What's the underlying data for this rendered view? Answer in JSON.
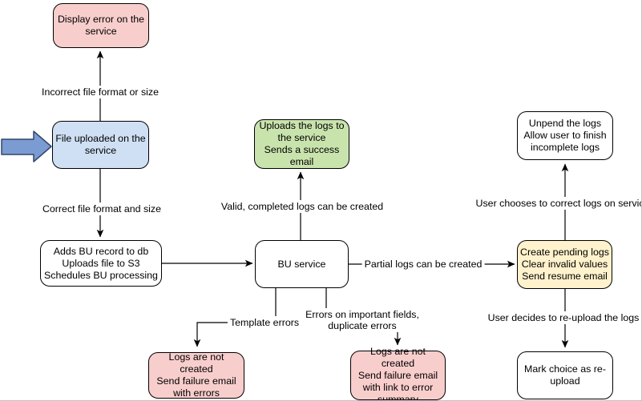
{
  "diagram_title": "File upload and BU processing flowchart",
  "colors": {
    "pink": "#f8cecc",
    "blue": "#cfe0f4",
    "green": "#c9e3ad",
    "yellow": "#fff2cc",
    "white": "#ffffff",
    "arrow_fill": "#7b9bd3",
    "arrow_stroke": "#32466b",
    "line": "#000000"
  },
  "nodes": {
    "display_error": {
      "label": "Display error on the\nservice",
      "fill": "pink"
    },
    "file_uploaded": {
      "label": "File uploaded on the\nservice",
      "fill": "blue"
    },
    "adds_bu_record": {
      "label": "Adds BU record to db\nUploads file to S3\nSchedules BU processing",
      "fill": "white"
    },
    "uploads_logs": {
      "label": "Uploads the logs to\nthe service\nSends a success\nemail",
      "fill": "green"
    },
    "bu_service": {
      "label": "BU service",
      "fill": "white"
    },
    "unpend_logs": {
      "label": "Unpend the logs\nAllow user to finish\nincomplete logs",
      "fill": "white"
    },
    "create_pending_logs": {
      "label": "Create pending logs\nClear invalid values\nSend resume email",
      "fill": "yellow"
    },
    "mark_choice_reupload": {
      "label": "Mark choice as re-\nupload",
      "fill": "white"
    },
    "logs_not_created_errors": {
      "label": "Logs are not created\nSend failure email\nwith errors",
      "fill": "pink"
    },
    "logs_not_created_summary": {
      "label": "Logs are not created\nSend failure email\nwith link to error\nsummary",
      "fill": "pink"
    }
  },
  "edge_labels": {
    "incorrect_file": "Incorrect file format or size",
    "correct_file": "Correct file format and size",
    "valid_logs": "Valid, completed logs can be created",
    "partial_logs": "Partial logs can be created",
    "template_errors": "Template errors",
    "important_field_errors": "Errors on important fields,\nduplicate errors",
    "user_chooses_correct": "User chooses to correct logs on service",
    "user_decides_reupload": "User decides to re-upload the logs"
  }
}
